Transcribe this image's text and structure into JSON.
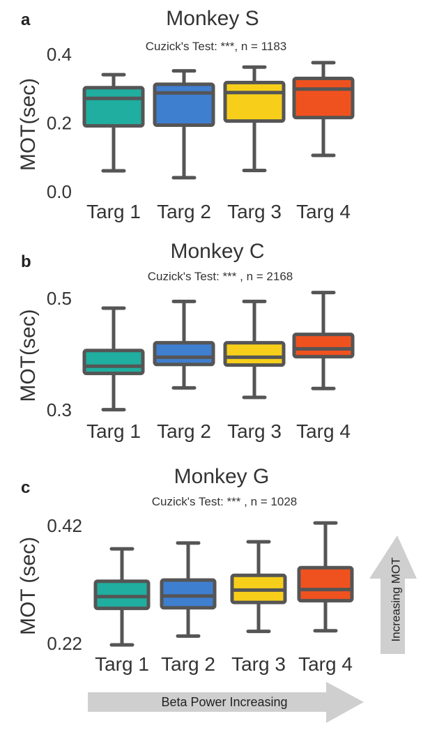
{
  "chart_data": [
    {
      "type": "box",
      "panel_label": "a",
      "title": "Monkey S",
      "subtitle": "Cuzick's Test: ***,  n = 1183",
      "ylabel": "MOT(sec)",
      "ylim": [
        0.0,
        0.4
      ],
      "yticks": [
        "0.0",
        "0.2",
        "0.4"
      ],
      "categories": [
        "Targ 1",
        "Targ 2",
        "Targ 3",
        "Targ 4"
      ],
      "colors": [
        "#1fae9f",
        "#3f7fd0",
        "#f7cf1b",
        "#f0521f"
      ],
      "boxes": [
        {
          "whisker_low": 0.065,
          "q1": 0.196,
          "median": 0.276,
          "q3": 0.307,
          "whisker_high": 0.345
        },
        {
          "whisker_low": 0.045,
          "q1": 0.198,
          "median": 0.292,
          "q3": 0.317,
          "whisker_high": 0.356
        },
        {
          "whisker_low": 0.066,
          "q1": 0.21,
          "median": 0.293,
          "q3": 0.322,
          "whisker_high": 0.367
        },
        {
          "whisker_low": 0.11,
          "q1": 0.22,
          "median": 0.303,
          "q3": 0.334,
          "whisker_high": 0.38
        }
      ]
    },
    {
      "type": "box",
      "panel_label": "b",
      "title": "Monkey C",
      "subtitle": "Cuzick's Test: *** , n = 2168",
      "ylabel": "MOT(sec)",
      "ylim": [
        0.3,
        0.5
      ],
      "yticks": [
        "0.3",
        "0.5"
      ],
      "categories": [
        "Targ 1",
        "Targ 2",
        "Targ 3",
        "Targ 4"
      ],
      "colors": [
        "#1fae9f",
        "#3f7fd0",
        "#f7cf1b",
        "#f0521f"
      ],
      "boxes": [
        {
          "whisker_low": 0.303,
          "q1": 0.368,
          "median": 0.381,
          "q3": 0.409,
          "whisker_high": 0.485
        },
        {
          "whisker_low": 0.342,
          "q1": 0.384,
          "median": 0.397,
          "q3": 0.423,
          "whisker_high": 0.497
        },
        {
          "whisker_low": 0.325,
          "q1": 0.383,
          "median": 0.397,
          "q3": 0.423,
          "whisker_high": 0.497
        },
        {
          "whisker_low": 0.341,
          "q1": 0.398,
          "median": 0.412,
          "q3": 0.438,
          "whisker_high": 0.513
        }
      ]
    },
    {
      "type": "box",
      "panel_label": "c",
      "title": "Monkey G",
      "subtitle": "Cuzick's Test: *** , n = 1028",
      "ylabel": "MOT (sec)",
      "ylim": [
        0.22,
        0.42
      ],
      "yticks": [
        "0.22",
        "0.42"
      ],
      "categories": [
        "Targ 1",
        "Targ 2",
        "Targ 3",
        "Targ 4"
      ],
      "colors": [
        "#1fae9f",
        "#3f7fd0",
        "#f7cf1b",
        "#f0521f"
      ],
      "boxes": [
        {
          "whisker_low": 0.22,
          "q1": 0.282,
          "median": 0.302,
          "q3": 0.328,
          "whisker_high": 0.383
        },
        {
          "whisker_low": 0.235,
          "q1": 0.283,
          "median": 0.303,
          "q3": 0.33,
          "whisker_high": 0.393
        },
        {
          "whisker_low": 0.243,
          "q1": 0.292,
          "median": 0.313,
          "q3": 0.338,
          "whisker_high": 0.395
        },
        {
          "whisker_low": 0.244,
          "q1": 0.295,
          "median": 0.314,
          "q3": 0.351,
          "whisker_high": 0.427
        }
      ]
    }
  ],
  "annotations": {
    "vertical_arrow_label": "Increasing MOT",
    "horizontal_arrow_label": "Beta Power Increasing",
    "arrow_color": "#cfcfcf",
    "line_color": "#555555"
  }
}
